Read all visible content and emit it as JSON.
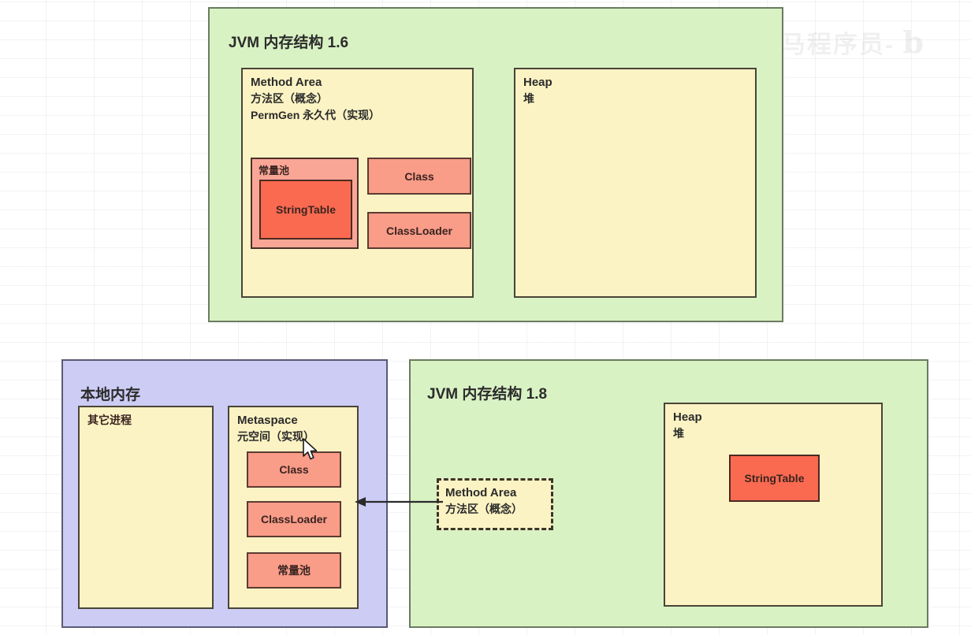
{
  "watermark": {
    "text": "黑马程序员-",
    "logo": "b"
  },
  "diagram": {
    "jvm16": {
      "title": "JVM 内存结构 1.6",
      "method_area": {
        "line1": "Method Area",
        "line2": "方法区（概念）",
        "line3": "PermGen 永久代（实现）",
        "constant_pool": {
          "label": "常量池",
          "string_table": "StringTable"
        },
        "class_box": "Class",
        "classloader_box": "ClassLoader"
      },
      "heap": {
        "line1": "Heap",
        "line2": "堆"
      }
    },
    "native_memory": {
      "title": "本地内存",
      "other_process": "其它进程",
      "metaspace": {
        "line1": "Metaspace",
        "line2": "元空间（实现）",
        "items": [
          "Class",
          "ClassLoader",
          "常量池"
        ]
      }
    },
    "jvm18": {
      "title": "JVM 内存结构 1.8",
      "method_area_concept": {
        "line1": "Method Area",
        "line2": "方法区（概念）"
      },
      "heap": {
        "line1": "Heap",
        "line2": "堆",
        "string_table": "StringTable"
      }
    }
  },
  "colors": {
    "green_fill": "#d9f2c4",
    "purple_fill": "#ccccf5",
    "yellow_fill": "#fbf3c3",
    "salmon_fill": "#f99c88",
    "red_fill": "#fa6a50"
  }
}
